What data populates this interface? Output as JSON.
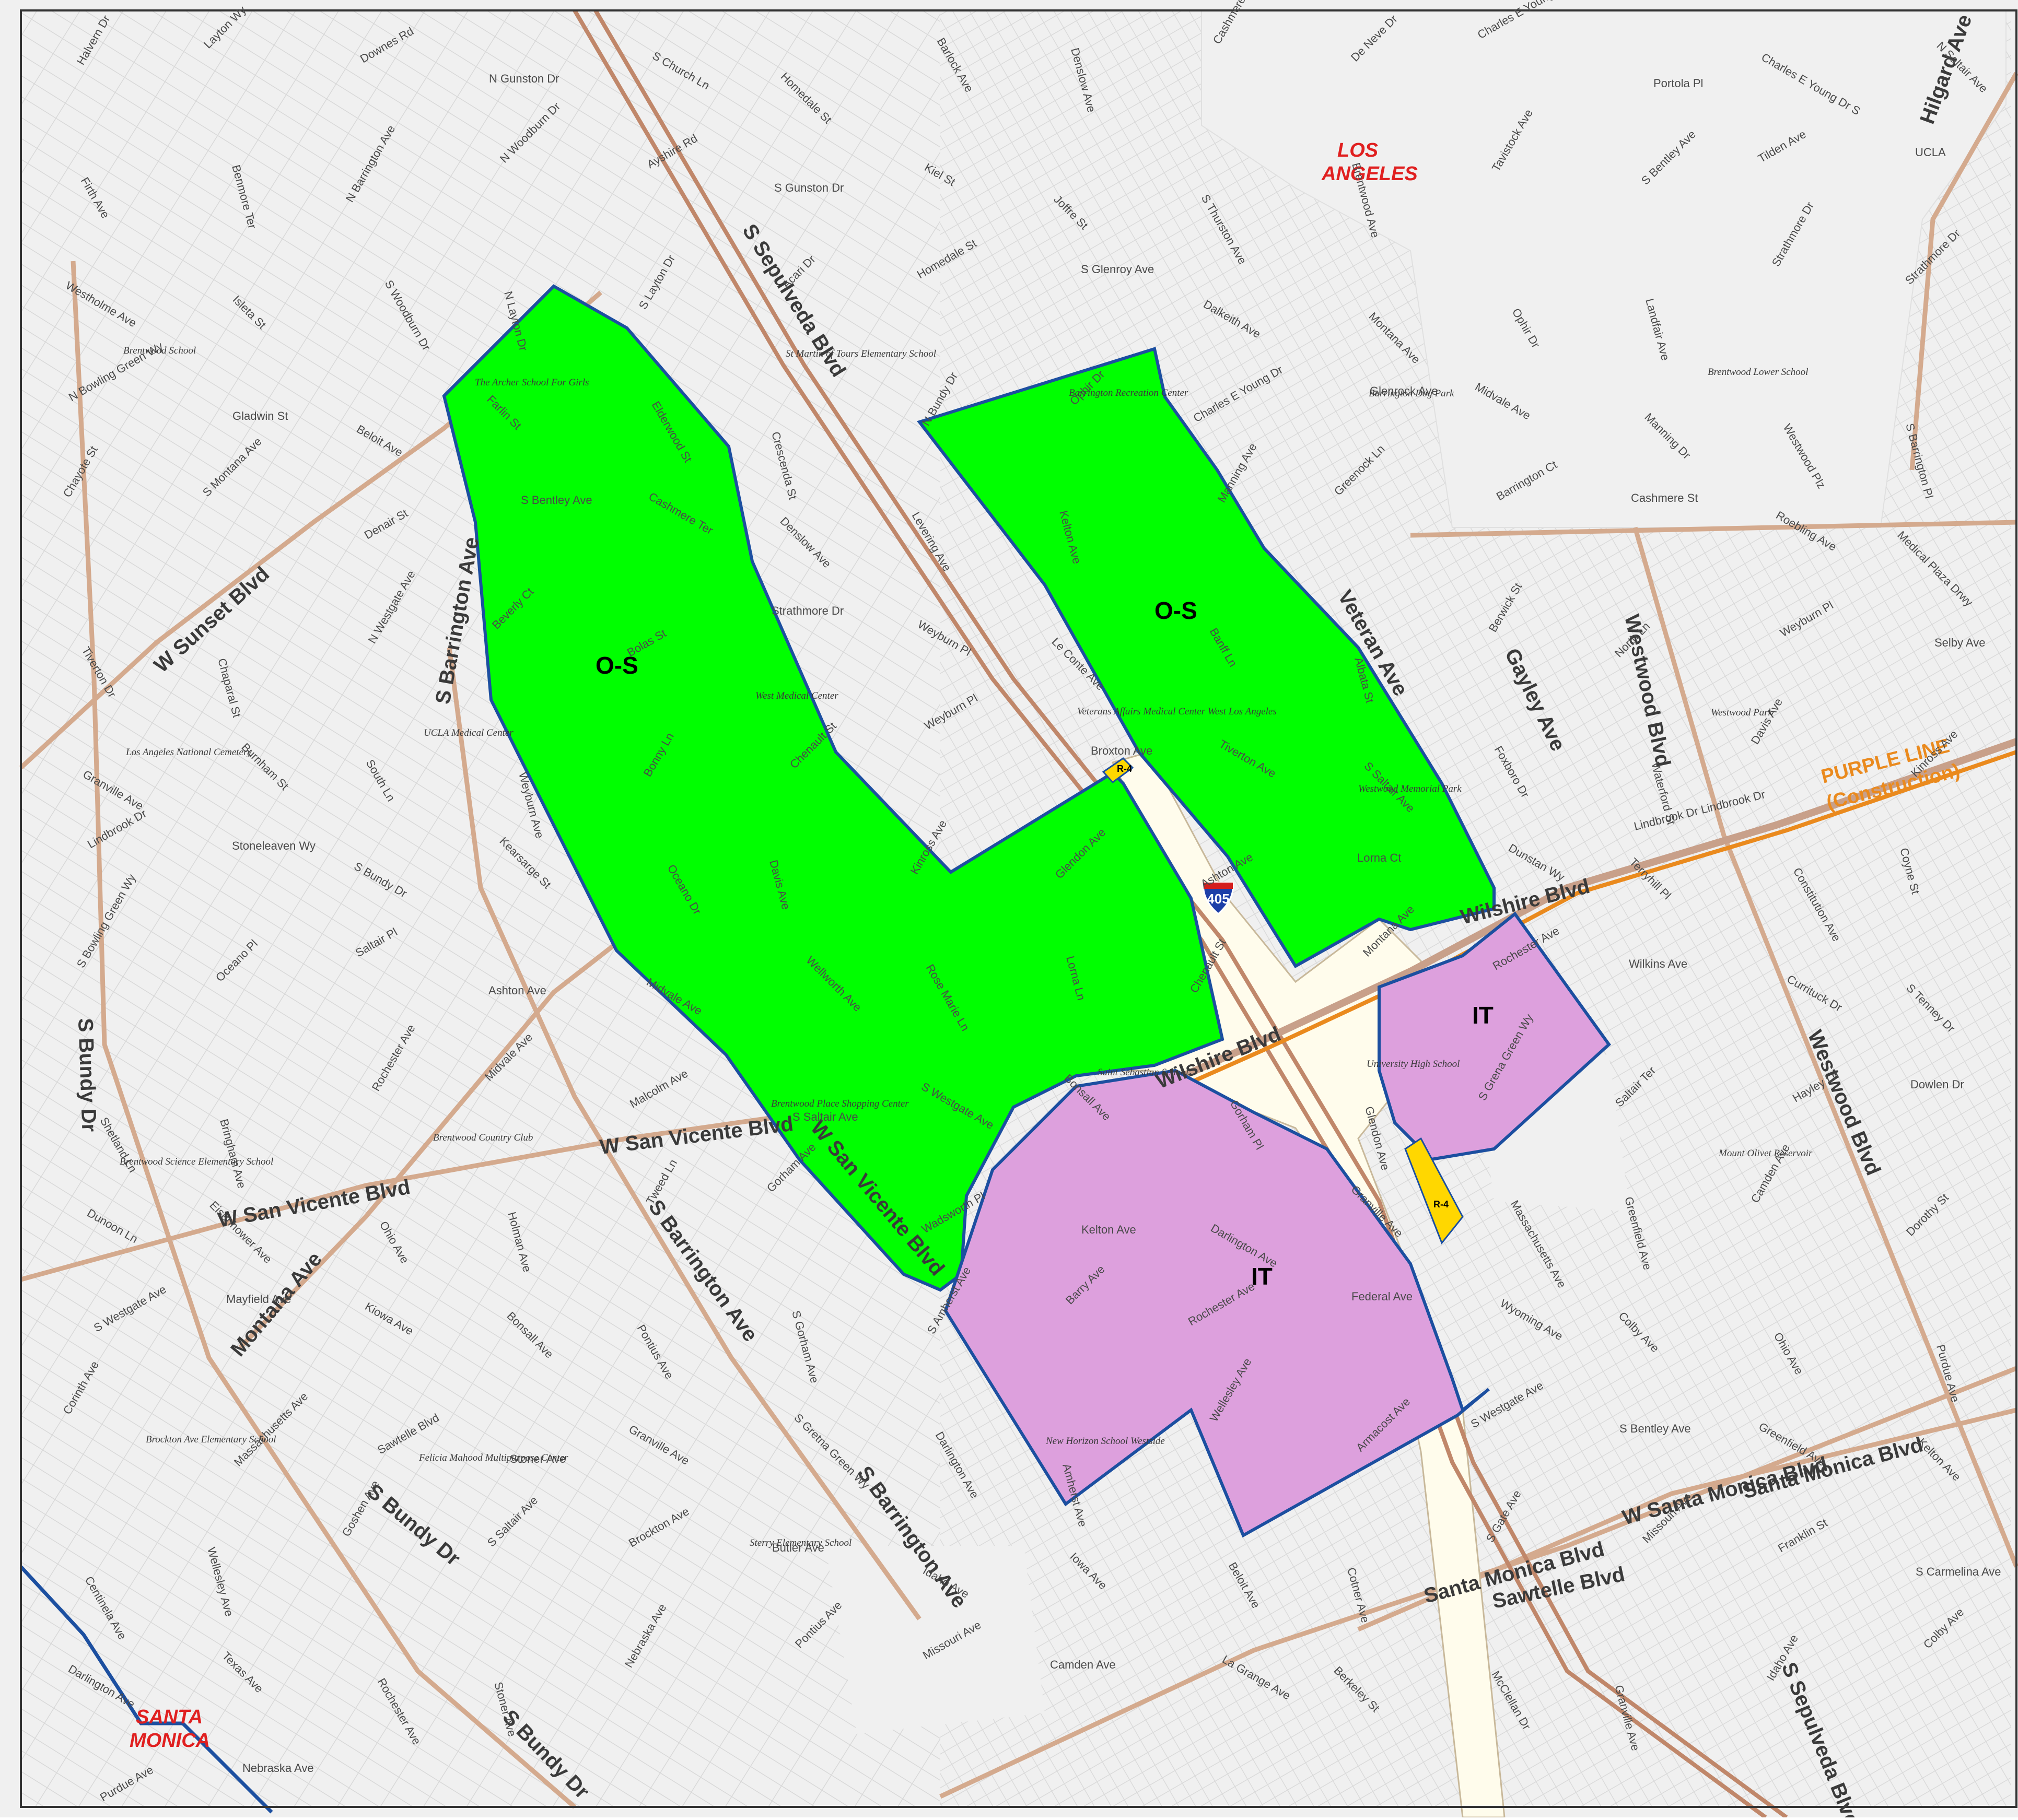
{
  "colors": {
    "background": "#f0f0f0",
    "street": "#ffffff",
    "street_edge": "#d4d4d4",
    "arterial": "#c8a08a",
    "freeway": "#c0876a",
    "zone_os": "#00ff00",
    "zone_it": "#dda0dd",
    "zone_r4": "#ffd700",
    "boundary": "#1c4fa0",
    "freeway_corridor": "#fffcec",
    "purple_line": "#ea8a1e",
    "city_label": "#e02020"
  },
  "zones": [
    {
      "id": "os-west",
      "label": "O-S",
      "type": "open-space"
    },
    {
      "id": "os-east",
      "label": "O-S",
      "type": "open-space"
    },
    {
      "id": "it-north",
      "label": "IT",
      "type": "institutional"
    },
    {
      "id": "it-south",
      "label": "IT",
      "type": "institutional"
    },
    {
      "id": "r4-north",
      "label": "R-4",
      "type": "residential"
    },
    {
      "id": "r4-south",
      "label": "R-4",
      "type": "residential"
    }
  ],
  "cities": {
    "los_angeles": "LOS ANGELES",
    "santa_monica": "SANTA MONICA"
  },
  "transit": {
    "line": "PURPLE LINE",
    "status": "(Construction)"
  },
  "shield": {
    "route": "405",
    "icon": "interstate-shield-icon"
  },
  "major_roads": {
    "sepulveda_n": "S Sepulveda Blvd",
    "sepulveda_s": "S Sepulveda Blvd",
    "sunset": "W Sunset Blvd",
    "wilshire_e": "Wilshire Blvd",
    "wilshire_w": "Wilshire Blvd",
    "san_vicente_w": "W San Vicente Blvd",
    "san_vicente_m": "W San Vicente Blvd",
    "san_vicente_e": "W San Vicente Blvd",
    "santa_monica_1": "Santa Monica Blvd",
    "santa_monica_2": "W Santa Monica Blvd",
    "santa_monica_3": "Santa Monica Blvd",
    "westwood_n": "Westwood Blvd",
    "westwood_s": "Westwood Blvd",
    "bundy_n": "S Bundy Dr",
    "bundy_s": "S Bundy Dr",
    "bundy_s2": "S Bundy Dr",
    "barrington_n": "S Barrington Ave",
    "barrington_m": "S Barrington Ave",
    "barrington_s": "S Barrington Ave",
    "montana": "Montana Ave",
    "veteran": "Veteran Ave",
    "gayley": "Gayley Ave",
    "sawtelle": "Sawtelle Blvd",
    "lindbrook": "Lindbrook Dr Lindbrook Dr",
    "hilgard": "Hilgard Ave"
  },
  "streets": [
    "Halvern Dr",
    "Layton Wy",
    "Downes Rd",
    "N Gunston Dr",
    "S Church Ln",
    "Homedale St",
    "Barlock Ave",
    "Denslow Ave",
    "Cashmere St",
    "De Neve Dr",
    "Charles E Young Dr W",
    "Portola Pl",
    "Charles E Young Dr S",
    "N Saltair Ave",
    "Firth Ave",
    "Benmore Ter",
    "N Barrington Ave",
    "N Woodburn Dr",
    "Ayshire Rd",
    "S Gunston Dr",
    "Kiel St",
    "Joffre St",
    "S Thurston Ave",
    "Brentwood Ave",
    "Tavistock Ave",
    "S Bentley Ave",
    "Tilden Ave",
    "UCLA",
    "Westholme Ave",
    "Isleta St",
    "S Woodburn Dr",
    "N Layton Dr",
    "S Layton Dr",
    "Acari Dr",
    "Homedale St",
    "S Glenroy Ave",
    "Dalkeith Ave",
    "Montana Ave",
    "Ophir Dr",
    "Landfair Ave",
    "Strathmore Dr",
    "Strathmore Dr",
    "N Bowling Green Wy",
    "Gladwin St",
    "Beloit Ave",
    "Farlin St",
    "Elderwood St",
    "Crescenda St",
    "N Bundy Dr",
    "Ophir Dr",
    "Charles E Young Dr",
    "Glenrock Ave",
    "Midvale Ave",
    "Manning Dr",
    "Westwood Plz",
    "S Barrington Pl",
    "Chayote St",
    "S Montana Ave",
    "Denair St",
    "S Bentley Ave",
    "Cashmere Ter",
    "Denslow Ave",
    "Levering Ave",
    "Kelton Ave",
    "Manning Ave",
    "Greenock Ln",
    "Barrington Ct",
    "Cashmere St",
    "Roebling Ave",
    "Medical Plaza Drwy",
    "Tiverton Dr",
    "Chaparal St",
    "N Westgate Ave",
    "Beverly Ct",
    "Bolas St",
    "Strathmore Dr",
    "Weyburn Pl",
    "Le Conte Ave",
    "Banff Ln",
    "Albata St",
    "Berwick St",
    "North Ln",
    "Weyburn Pl",
    "Selby Ave",
    "Granville Ave",
    "Burnham St",
    "South Ln",
    "Weyburn Ave",
    "Bonny Ln",
    "Chenault St",
    "Weyburn Pl",
    "Broxton Ave",
    "Tiverton Ave",
    "S Saltair Ave",
    "Foxboro Dr",
    "Waterford St",
    "Davis Ave",
    "Kinross Ave",
    "Lindbrook Dr",
    "Stoneleaven Wy",
    "S Bundy Dr",
    "Kearsarge St",
    "Oceano Dr",
    "Davis Ave",
    "Kinross Ave",
    "Glendon Ave",
    "Ashton Ave",
    "Lorna Ct",
    "Dunstan Wy",
    "Terryhill Pl",
    "Constitution Ave",
    "Coyne St",
    "S Bowling Green Wy",
    "Oceano Pl",
    "Saltair Pl",
    "Ashton Ave",
    "Midvale Ave",
    "Wellworth Ave",
    "Rose Marie Ln",
    "Lorna Ln",
    "Chenault St",
    "Montana Ave",
    "Rochester Ave",
    "Wilkins Ave",
    "Currituck Dr",
    "S Tenney Dr",
    "Shetland Ln",
    "Bringham Ave",
    "Rochester Ave",
    "Midvale Ave",
    "Malcolm Ave",
    "S Saltair Ave",
    "S Westgate Ave",
    "Bonsall Ave",
    "Gorham Pl",
    "Glendon Ave",
    "S Grena Green Wy",
    "Saltair Ter",
    "Hayley Ln",
    "Dowlen Dr",
    "Dunoon Ln",
    "Eisenhower Ave",
    "Ohio Ave",
    "Holman Ave",
    "Tweed Ln",
    "Gorham Ave",
    "Wadsworth Pl",
    "Kelton Ave",
    "Darlington Ave",
    "Granville Ave",
    "Massachusetts Ave",
    "Greenfield Ave",
    "Camden Ave",
    "Dorothy St",
    "S Westgate Ave",
    "Mayfield Ave",
    "Kiowa Ave",
    "Bonsall Ave",
    "Pontius Ave",
    "S Gorham Ave",
    "S Amherst Ave",
    "Barry Ave",
    "Rochester Ave",
    "Federal Ave",
    "Wyoming Ave",
    "Colby Ave",
    "Ohio Ave",
    "Purdue Ave",
    "Corinth Ave",
    "Massachusetts Ave",
    "Sawtelle Blvd",
    "Stoner Ave",
    "Granville Ave",
    "S Gretna Green Wy",
    "Darlington Ave",
    "Amherst Ave",
    "Wellesley Ave",
    "Armacost Ave",
    "S Westgate Ave",
    "S Bentley Ave",
    "Greenfield Ave",
    "Kelton Ave",
    "Centinela Ave",
    "Wellesley Ave",
    "Goshen Ave",
    "S Saltair Ave",
    "Brockton Ave",
    "Butler Ave",
    "Idaho Ave",
    "Iowa Ave",
    "Beloit Ave",
    "Cotner Ave",
    "S Gate Ave",
    "Missouri Ave",
    "Franklin St",
    "S Carmelina Ave",
    "Darlington Ave",
    "Texas Ave",
    "Rochester Ave",
    "Stoner Ave",
    "Nebraska Ave",
    "Pontius Ave",
    "Missouri Ave",
    "Camden Ave",
    "La Grange Ave",
    "Berkeley St",
    "McClellan Dr",
    "Granville Ave",
    "Idaho Ave",
    "Colby Ave",
    "Purdue Ave",
    "Nebraska Ave"
  ],
  "places": [
    "Brentwood School",
    "The Archer School For Girls",
    "St Martin of Tours Elementary School",
    "Barrington Recreation Center",
    "Barrington Dog Park",
    "Brentwood Lower School",
    "Los Angeles National Cemetery",
    "UCLA Medical Center",
    "West Medical Center",
    "Veterans Affairs Medical Center West Los Angeles",
    "Westwood Memorial Park",
    "Westwood Park",
    "Brentwood Science Elementary School",
    "Brentwood Country Club",
    "Brentwood Place Shopping Center",
    "Saint Sebastian School",
    "University High School",
    "Mount Olivet Reservoir",
    "Brockton Ave Elementary School",
    "Felicia Mahood Multipurpose Center",
    "Sterry Elementary School",
    "New Horizon School Westside"
  ]
}
